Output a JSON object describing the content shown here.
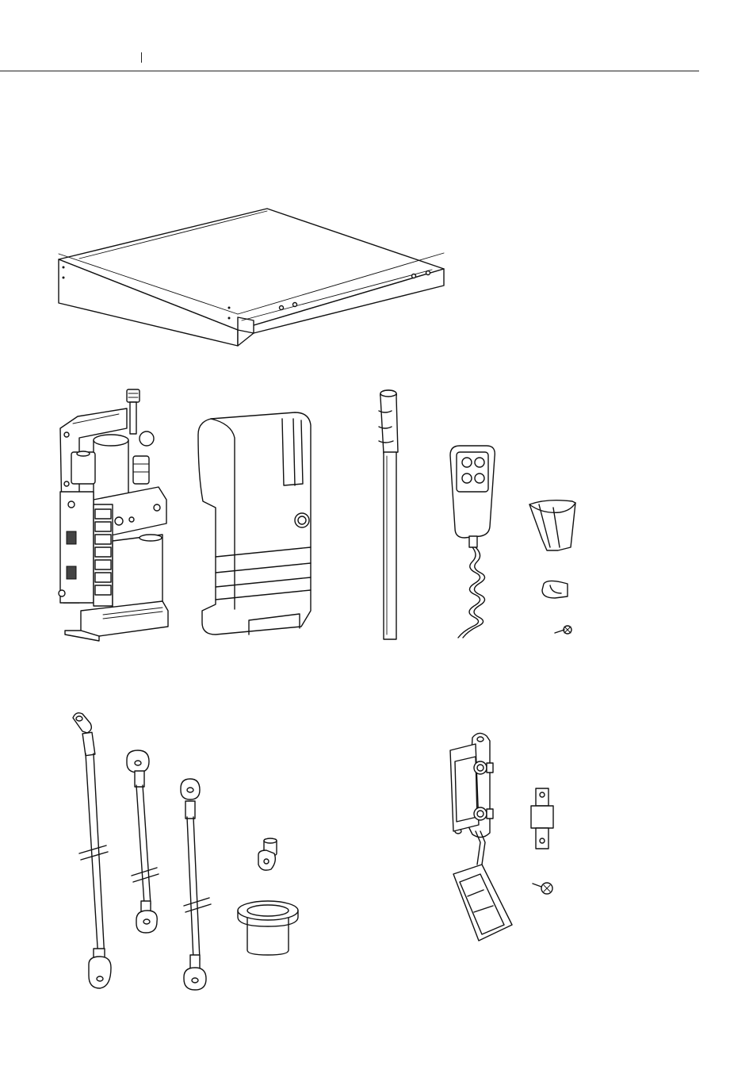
{
  "header": {
    "rule_color": "#222222"
  },
  "figure": {
    "parts": [
      {
        "id": "cover-tray",
        "icon": "tray-cover-icon"
      },
      {
        "id": "hydraulic-power-unit",
        "icon": "hydraulic-pump-icon"
      },
      {
        "id": "power-unit-cover",
        "icon": "pump-cover-icon"
      },
      {
        "id": "pump-handle",
        "icon": "handle-bar-icon"
      },
      {
        "id": "remote-control",
        "icon": "remote-control-icon"
      },
      {
        "id": "remote-holder",
        "icon": "holder-bracket-icon"
      },
      {
        "id": "cable-clip",
        "icon": "clip-icon"
      },
      {
        "id": "screw-small",
        "icon": "screw-icon"
      },
      {
        "id": "battery-cables",
        "icon": "battery-cable-icon"
      },
      {
        "id": "cable-lug",
        "icon": "cable-lug-icon"
      },
      {
        "id": "grommet",
        "icon": "grommet-icon"
      },
      {
        "id": "fuse-holder",
        "icon": "fuse-holder-icon"
      },
      {
        "id": "fuse",
        "icon": "fuse-icon"
      },
      {
        "id": "screw-fuse",
        "icon": "screw-icon"
      }
    ]
  }
}
